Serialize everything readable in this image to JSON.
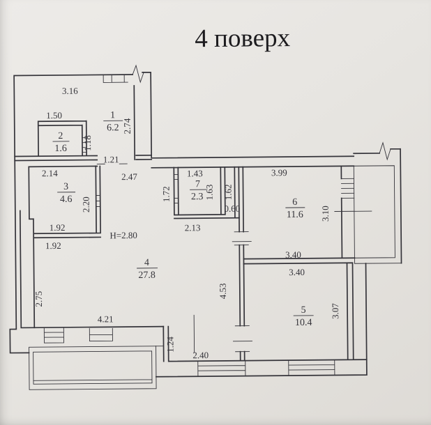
{
  "title": "4 поверх",
  "colors": {
    "paper": "#e8e6e2",
    "ink": "#35343a"
  },
  "plan": {
    "height_note": "H=2.80",
    "rooms": {
      "r1": {
        "num": "1",
        "area": "6.2"
      },
      "r2": {
        "num": "2",
        "area": "1.6"
      },
      "r3": {
        "num": "3",
        "area": "4.6"
      },
      "r4": {
        "num": "4",
        "area": "27.8"
      },
      "r5": {
        "num": "5",
        "area": "10.4"
      },
      "r6": {
        "num": "6",
        "area": "11.6"
      },
      "r7": {
        "num": "7",
        "area": "2.3"
      }
    },
    "dims": {
      "d316": "3.16",
      "d150": "1.50",
      "d274": "2.74",
      "d118": "1.18",
      "d121": "1.21",
      "d247": "2.47",
      "d214": "2.14",
      "d220": "2.20",
      "d192a": "1.92",
      "d192b": "1.92",
      "d143": "1.43",
      "d172": "1.72",
      "d163": "1.63",
      "d162": "1.62",
      "d060": "0.60",
      "d213": "2.13",
      "d399": "3.99",
      "d310": "3.10",
      "d340a": "3.40",
      "d340b": "3.40",
      "d453": "4.53",
      "d307": "3.07",
      "d275": "2.75",
      "d421": "4.21",
      "d124": "1.24",
      "d240": "2.40"
    }
  }
}
